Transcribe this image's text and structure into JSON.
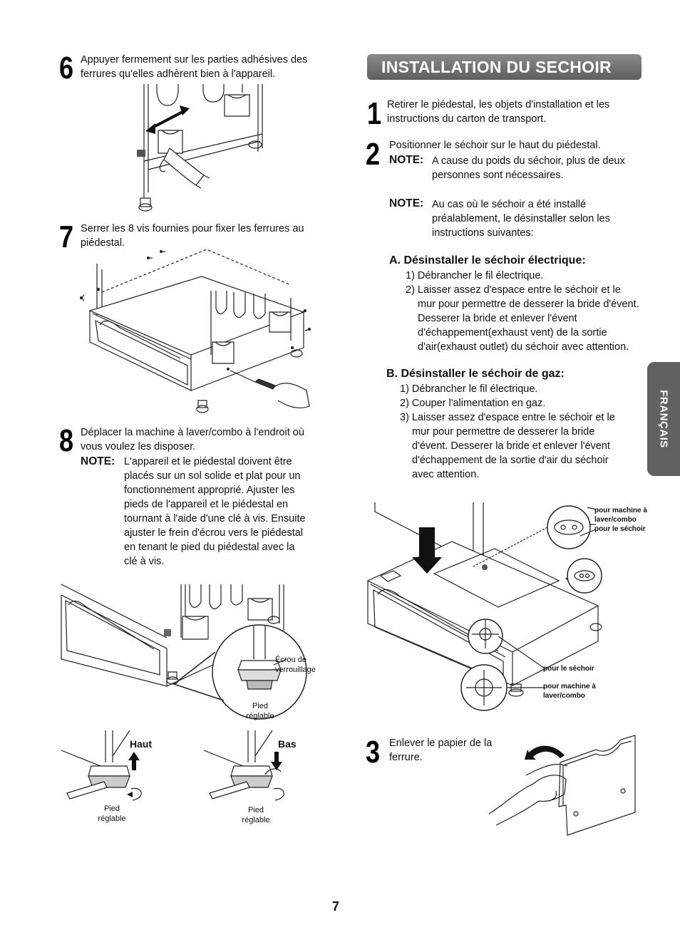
{
  "section_title": "INSTALLATION DU SECHOIR",
  "language_tab": "FRANÇAIS",
  "page_number": "7",
  "left": {
    "step6": {
      "number": "6",
      "lines": [
        "Appuyer fermement sur les parties adhésives des",
        "ferrures qu'elles adhèrent bien à l'appareil."
      ]
    },
    "step7": {
      "number": "7",
      "lines": [
        "Serrer les 8 vis fournies pour fixer les ferrures au",
        "piédestal."
      ]
    },
    "step8": {
      "number": "8",
      "lines": [
        "Déplacer la machine à laver/combo à l'endroit où",
        "vous voulez les disposer."
      ],
      "note_label": "NOTE:",
      "note_lines": [
        "L'appareil et le piédestal doivent être",
        "placés sur un sol solide et plat pour un",
        "fonctionnement approprié. Ajuster les",
        "pieds de l'appareil et le piédestal en",
        "tournant à l'aide d'une clé à vis. Ensuite",
        "ajuster le frein d'écrou vers le piédestal",
        "en tenant le pied du piédestal avec la",
        "clé à vis."
      ]
    },
    "figure_labels": {
      "lock_nut": [
        "Écrou de",
        "verrouillage"
      ],
      "adj_foot_top": [
        "Pied",
        "réglable"
      ],
      "haut": "Haut",
      "bas": "Bas",
      "adj_foot_left": [
        "Pied",
        "réglable"
      ],
      "adj_foot_right": [
        "Pied",
        "réglable"
      ]
    }
  },
  "right": {
    "step1": {
      "number": "1",
      "lines": [
        "Retirer le piédestal, les objets d'installation et les",
        "instructions du carton de transport."
      ]
    },
    "step2": {
      "number": "2",
      "lines": [
        "Positionner le séchoir sur le haut du piédestal."
      ],
      "note_label": "NOTE:",
      "note_lines": [
        "A cause du poids du séchoir, plus de deux",
        "personnes sont nécessaires."
      ]
    },
    "note2": {
      "label": "NOTE:",
      "lines": [
        "Au cas où  le séchoir a été installé",
        "préalablement, le désinstaller selon les",
        "instructions suivantes:"
      ]
    },
    "section_a": {
      "heading": "A. Désinstaller le séchoir électrique:",
      "items": [
        "1) Débrancher le fil électrique.",
        "2) Laisser assez d'espace entre le séchoir et le mur pour permettre de desserer la bride d'évent. Desserer la bride et enlever l'évent d'échappement(exhaust vent) de la sortie d'air(exhaust outlet) du séchoir avec attention."
      ]
    },
    "section_b": {
      "heading": "B. Désinstaller le séchoir de gaz:",
      "items": [
        "1) Débrancher le fil électrique.",
        "2) Couper l'alimentation en gaz.",
        "3) Laisser assez d'espace entre le séchoir et le mur pour permettre de desserer la bride d'évent. Desserer la bride et enlever l'évent d'échappement de la sortie d'air du séchoir avec attention."
      ]
    },
    "figure_labels": {
      "top_washer": [
        "pour machine à",
        "laver/combo"
      ],
      "top_dryer": "pour le séchoir",
      "bottom_dryer": "pour le séchoir",
      "bottom_washer": [
        "pour machine à",
        "laver/combo"
      ]
    },
    "step3": {
      "number": "3",
      "lines": [
        "Enlever le papier de la",
        "ferrure."
      ]
    }
  }
}
